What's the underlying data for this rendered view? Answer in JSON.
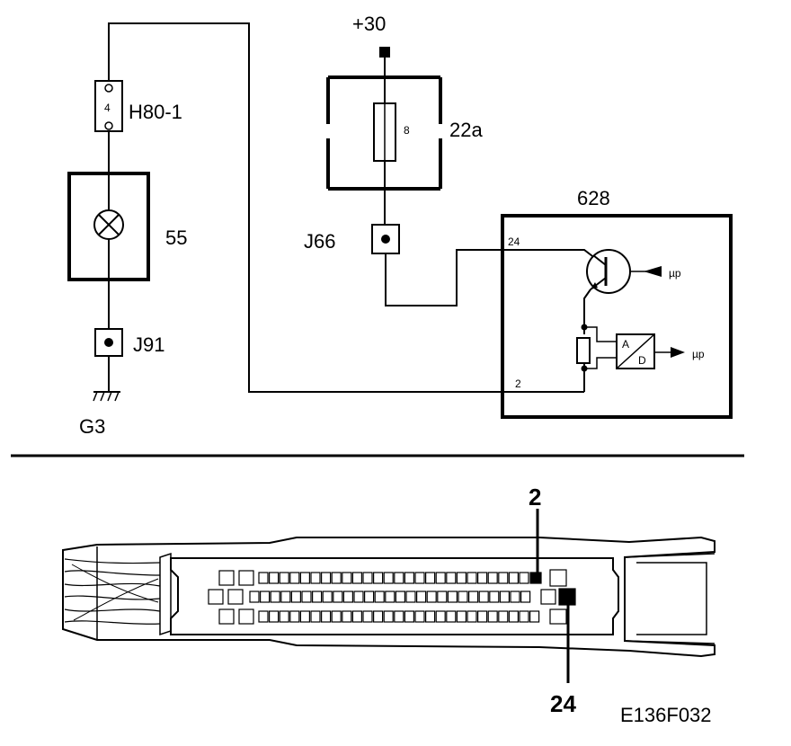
{
  "circuit": {
    "supply_label": "+30",
    "fuse_box_label": "22a",
    "fuse_number": "8",
    "connector_j66": "J66",
    "connector_h80": "H80-1",
    "h80_pin": "4",
    "lamp_component": "55",
    "connector_j91": "J91",
    "ground_label": "G3",
    "ecu_label": "628",
    "pin_24": "24",
    "pin_2": "2",
    "up_label_1": "µp",
    "up_label_2": "µp",
    "ad_a": "A",
    "ad_d": "D"
  },
  "connector_view": {
    "pin_top_label": "2",
    "pin_bottom_label": "24"
  },
  "figure_code": "E136F032"
}
